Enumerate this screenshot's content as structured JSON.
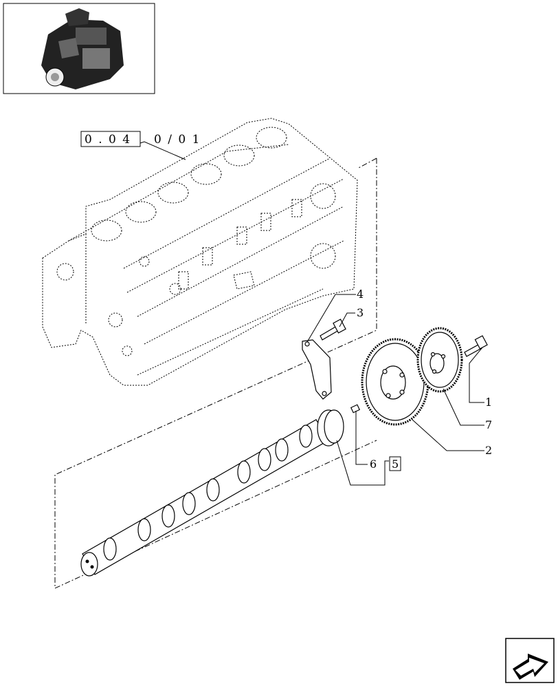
{
  "reference": {
    "box_code": "0 . 0 4",
    "suffix": "0 / 0 1"
  },
  "callouts": {
    "p1": "1",
    "p2": "2",
    "p3": "3",
    "p4": "4",
    "p5": "5",
    "p6": "6",
    "p7": "7"
  },
  "icons": {
    "thumbnail": "engine-thumbnail-icon",
    "next": "next-page-arrow-icon"
  }
}
